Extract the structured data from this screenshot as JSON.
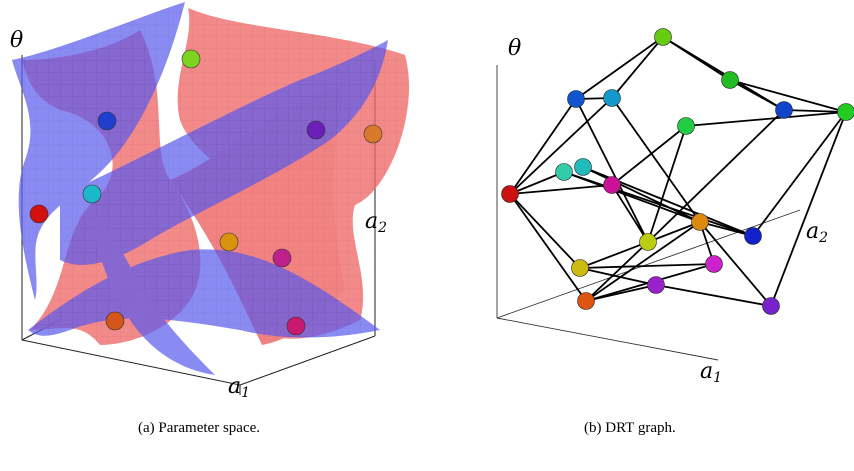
{
  "panel_a": {
    "axis_theta": "θ",
    "axis_a1": "a",
    "axis_a1_sub": "1",
    "axis_a2": "a",
    "axis_a2_sub": "2",
    "caption": "(a) Parameter space.",
    "surface_colors": {
      "red": "#f05a5a",
      "blue": "#5a5af0"
    },
    "spheres": [
      "#7ed321",
      "#1f3fd1",
      "#6b1fb8",
      "#d87a2a",
      "#1ab8c8",
      "#d40f0f",
      "#d9930d",
      "#c0208c",
      "#d4561a",
      "#c81a6e"
    ]
  },
  "panel_b": {
    "axis_theta": "θ",
    "axis_a1": "a",
    "axis_a1_sub": "1",
    "axis_a2": "a",
    "axis_a2_sub": "2",
    "caption": "(b) DRT graph.",
    "nodes": [
      "#66cc11",
      "#22bb22",
      "#1144cc",
      "#22cc22",
      "#1155cc",
      "#1599cc",
      "#22cc44",
      "#33ccaa",
      "#22bbbb",
      "#cc1199",
      "#cc1111",
      "#dd8811",
      "#bbcc11",
      "#1122cc",
      "#cc22cc",
      "#ccbb11",
      "#9922cc",
      "#dd5511",
      "#7722cc"
    ]
  }
}
